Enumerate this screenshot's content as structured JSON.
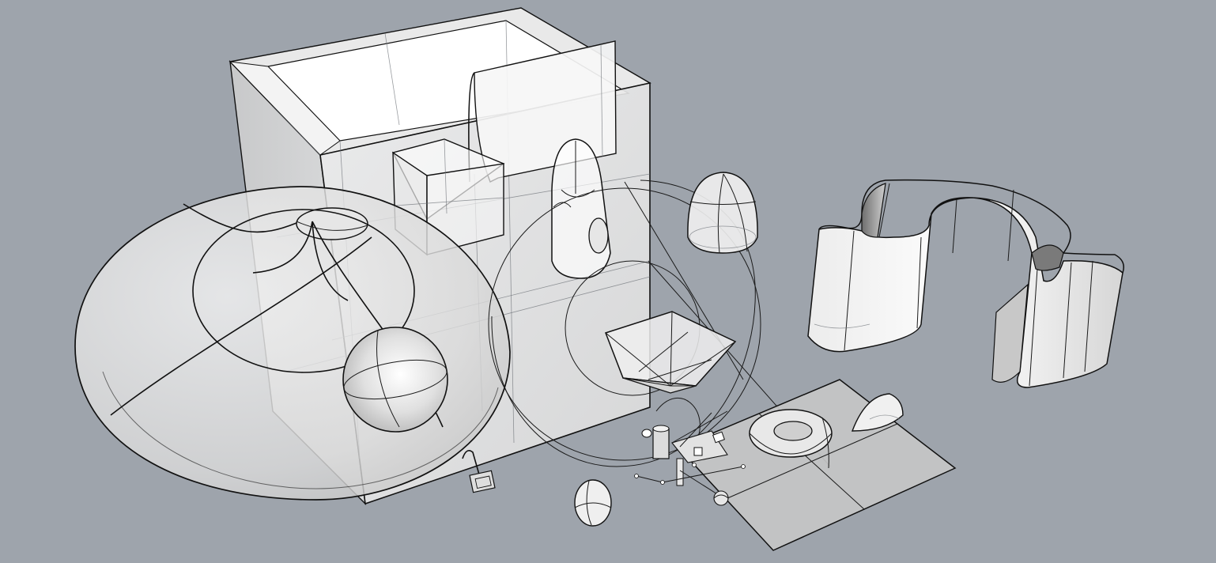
{
  "viewport": {
    "display_mode": "ghosted",
    "background_color": "#9ea4ac",
    "surface_color": "#ffffff",
    "edge_color": "#111111"
  },
  "objects": [
    {
      "name": "open-box"
    },
    {
      "name": "curved-wall"
    },
    {
      "name": "small-cube"
    },
    {
      "name": "saucer-surface"
    },
    {
      "name": "sphere-inside-saucer"
    },
    {
      "name": "bullet-capsule"
    },
    {
      "name": "dome"
    },
    {
      "name": "pentagon-pyramid"
    },
    {
      "name": "wavy-wall"
    },
    {
      "name": "plane-surface"
    },
    {
      "name": "torus"
    },
    {
      "name": "half-ellipsoid"
    },
    {
      "name": "small-egg"
    },
    {
      "name": "lock-widget"
    },
    {
      "name": "control-cluster"
    }
  ]
}
